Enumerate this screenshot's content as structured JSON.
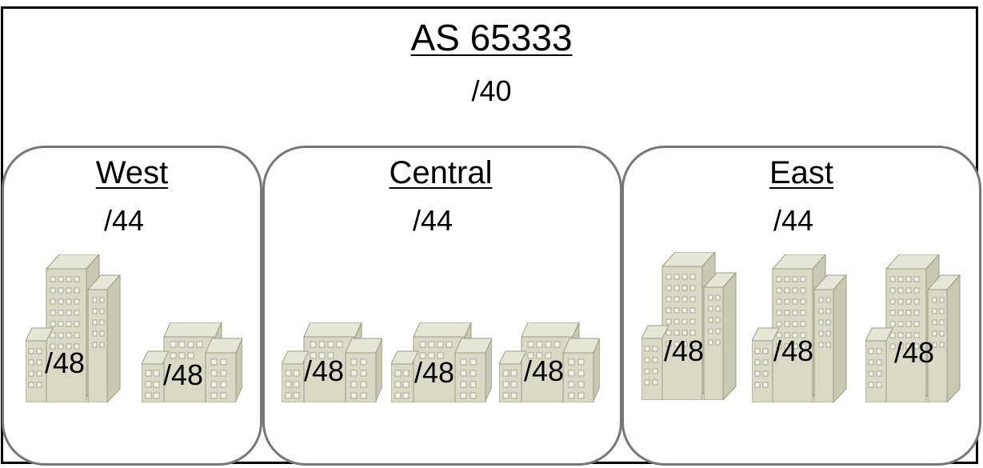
{
  "autonomous_system": {
    "title": "AS 65333",
    "prefix": "/40"
  },
  "regions": [
    {
      "name": "West",
      "prefix": "/44",
      "sites": [
        {
          "type": "tall-building",
          "prefix": "/48"
        },
        {
          "type": "low-building",
          "prefix": "/48"
        }
      ]
    },
    {
      "name": "Central",
      "prefix": "/44",
      "sites": [
        {
          "type": "low-building",
          "prefix": "/48"
        },
        {
          "type": "low-building",
          "prefix": "/48"
        },
        {
          "type": "low-building",
          "prefix": "/48"
        }
      ]
    },
    {
      "name": "East",
      "prefix": "/44",
      "sites": [
        {
          "type": "tall-building",
          "prefix": "/48"
        },
        {
          "type": "tall-building",
          "prefix": "/48"
        },
        {
          "type": "tall-building",
          "prefix": "/48"
        }
      ]
    }
  ],
  "colors": {
    "building_fill": "#d9d9c6",
    "building_top": "#e6e6d6",
    "building_side": "#c9c9b3",
    "building_stroke": "#9c9c88",
    "region_border": "#777777",
    "outer_border": "#000000"
  }
}
